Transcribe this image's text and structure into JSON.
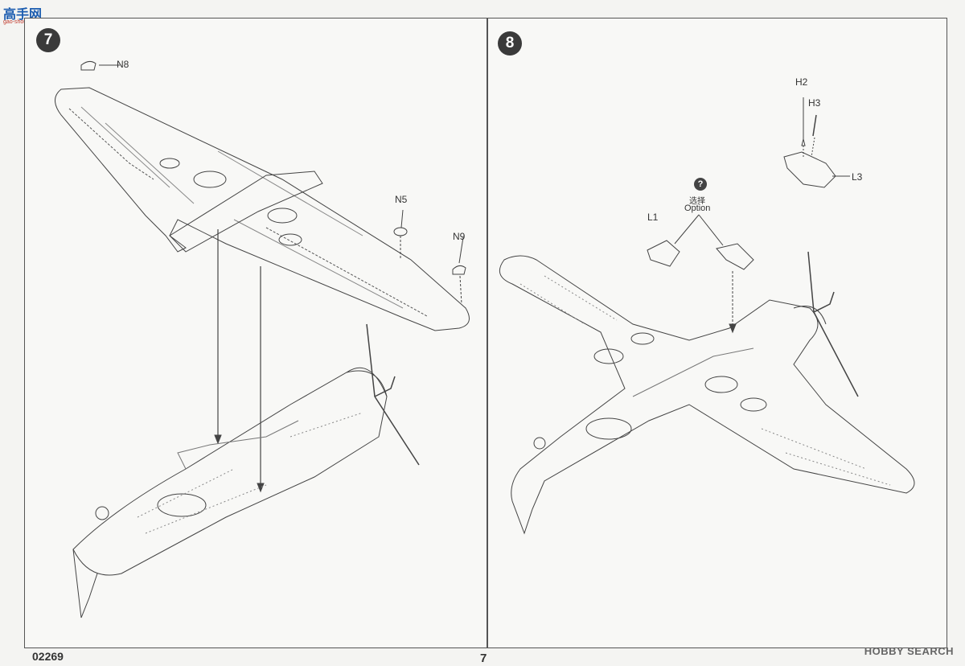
{
  "site_logo": {
    "text": "高手网",
    "sub": "gao-shou.com"
  },
  "watermark": "HOBBY SEARCH",
  "footer": {
    "product_code": "02269",
    "page_number": "7"
  },
  "steps": [
    {
      "number": "7",
      "parts": [
        "N8",
        "N5",
        "N9"
      ]
    },
    {
      "number": "8",
      "parts": [
        "H2",
        "H3",
        "L3",
        "L1"
      ],
      "option": {
        "icon": "?",
        "label_cn": "选择",
        "label_en": "Option"
      }
    }
  ]
}
